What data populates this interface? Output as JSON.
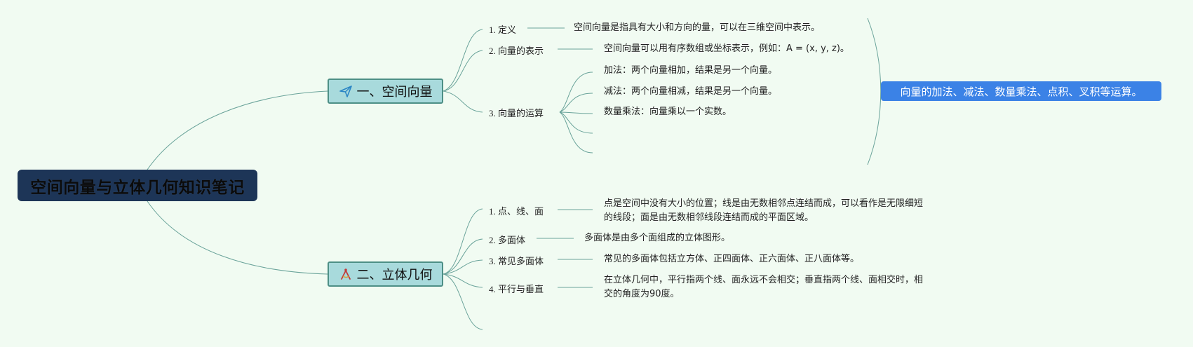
{
  "root": {
    "title": "空间向量与立体几何知识笔记"
  },
  "topics": [
    {
      "title": "一、空间向量",
      "icon": "paper-plane-icon",
      "items": [
        {
          "label": "1. 定义",
          "text": "空间向量是指具有大小和方向的量，可以在三维空间中表示。"
        },
        {
          "label": "2. 向量的表示",
          "text": "空间向量可以用有序数组或坐标表示，例如：A = (x, y, z)。"
        },
        {
          "label": "3. 向量的运算",
          "subitems": [
            "加法：两个向量相加，结果是另一个向量。",
            "减法：两个向量相减，结果是另一个向量。",
            "数量乘法：向量乘以一个实数。",
            "",
            ""
          ]
        }
      ]
    },
    {
      "title": "二、立体几何",
      "icon": "drafting-compass-icon",
      "items": [
        {
          "label": "1. 点、线、面",
          "text_lines": [
            "点是空间中没有大小的位置；线是由无数相邻点连结而成，可以看作是无限细短",
            "的线段；面是由无数相邻线段连结而成的平面区域。"
          ]
        },
        {
          "label": "2. 多面体",
          "text": "多面体是由多个面组成的立体图形。"
        },
        {
          "label": "3. 常见多面体",
          "text": "常见的多面体包括立方体、正四面体、正六面体、正八面体等。"
        },
        {
          "label": "4. 平行与垂直",
          "text_lines": [
            "在立体几何中，平行指两个线、面永远不会相交；垂直指两个线、面相交时，相",
            "交的角度为90度。"
          ]
        },
        {
          "label": ""
        }
      ]
    }
  ],
  "summary": {
    "text": "向量的加法、减法、数量乘法、点积、叉积等运算。"
  },
  "colors": {
    "background": "#f1fbf2",
    "root_fill": "#1d3557",
    "topic_fill": "#a8dadc",
    "topic_border": "#4d8f86",
    "connector": "#6aa39a",
    "summary_fill": "#3b82e6"
  }
}
